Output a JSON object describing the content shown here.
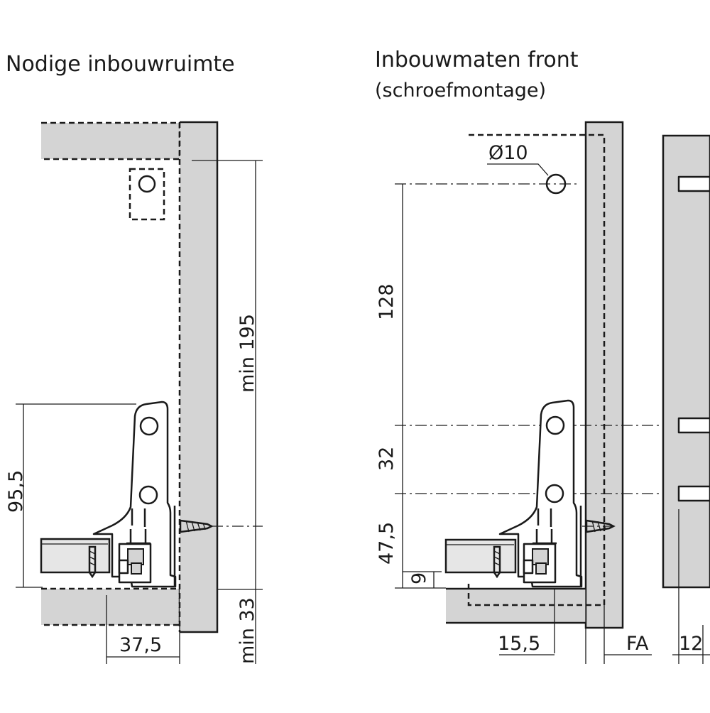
{
  "left": {
    "title": "Nodige inbouwruimte",
    "dim_min195": "min 195",
    "dim_95_5": "95,5",
    "dim_37_5": "37,5",
    "dim_min33": "min 33"
  },
  "right": {
    "title": "Inbouwmaten front",
    "subtitle": "(schroefmontage)",
    "dim_diam": "Ø10",
    "dim_128": "128",
    "dim_32": "32",
    "dim_47_5": "47,5",
    "dim_9": "9",
    "dim_15_5": "15,5",
    "dim_FA": "FA",
    "dim_12": "12"
  }
}
